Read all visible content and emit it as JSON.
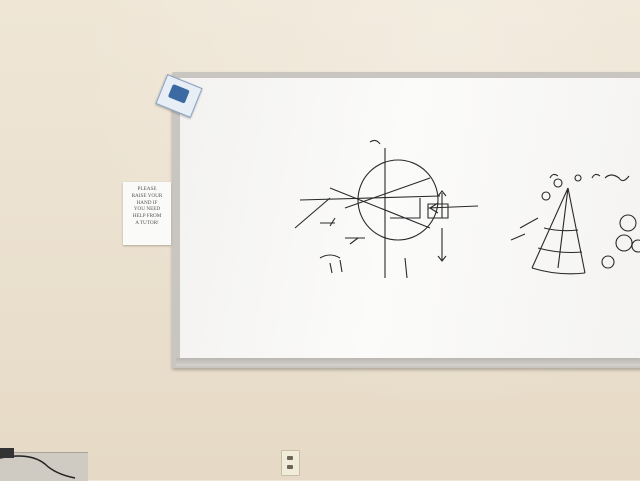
{
  "scene": {
    "wall_color": "#ece2d1",
    "board_color": "#f7f6f4"
  },
  "sign": {
    "lines": [
      "PLEASE",
      "RAISE YOUR",
      "HAND IF",
      "YOU NEED",
      "HELP FROM",
      "A TUTOR!"
    ]
  }
}
